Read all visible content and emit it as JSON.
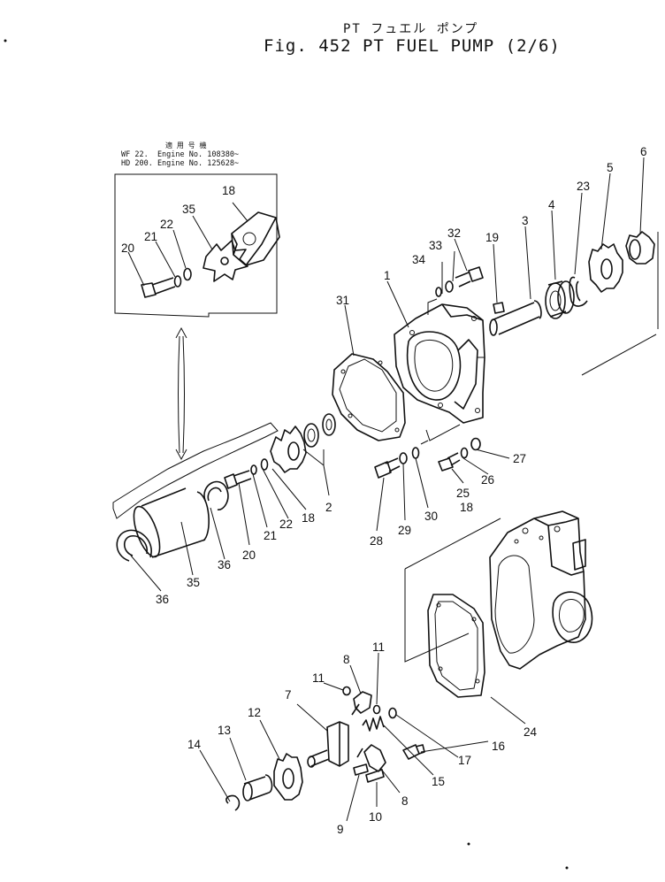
{
  "title": {
    "japanese": "PT フュエル ポンプ",
    "main": "Fig. 452  PT FUEL PUMP (2/6)"
  },
  "applicability": {
    "header": "適 用 号 機",
    "lines": [
      "WF 22.  Engine No. 108380~",
      "HD 200. Engine No. 125628~"
    ]
  },
  "part_labels": [
    {
      "n": "1"
    },
    {
      "n": "2"
    },
    {
      "n": "3"
    },
    {
      "n": "4"
    },
    {
      "n": "5"
    },
    {
      "n": "6"
    },
    {
      "n": "7"
    },
    {
      "n": "8"
    },
    {
      "n": "8"
    },
    {
      "n": "9"
    },
    {
      "n": "10"
    },
    {
      "n": "11"
    },
    {
      "n": "11"
    },
    {
      "n": "12"
    },
    {
      "n": "13"
    },
    {
      "n": "14"
    },
    {
      "n": "15"
    },
    {
      "n": "16"
    },
    {
      "n": "17"
    },
    {
      "n": "18"
    },
    {
      "n": "18"
    },
    {
      "n": "18"
    },
    {
      "n": "19"
    },
    {
      "n": "20"
    },
    {
      "n": "20"
    },
    {
      "n": "21"
    },
    {
      "n": "21"
    },
    {
      "n": "22"
    },
    {
      "n": "22"
    },
    {
      "n": "23"
    },
    {
      "n": "24"
    },
    {
      "n": "25"
    },
    {
      "n": "26"
    },
    {
      "n": "27"
    },
    {
      "n": "28"
    },
    {
      "n": "29"
    },
    {
      "n": "30"
    },
    {
      "n": "31"
    },
    {
      "n": "32"
    },
    {
      "n": "33"
    },
    {
      "n": "34"
    },
    {
      "n": "35"
    },
    {
      "n": "35"
    },
    {
      "n": "36"
    },
    {
      "n": "36"
    }
  ]
}
